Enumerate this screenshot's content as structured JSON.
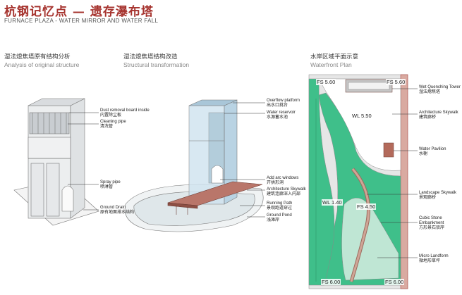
{
  "header": {
    "title": "杭钢记忆点 — 遗存瀑布塔",
    "subtitle": "FURNACE PLAZA - WATER MIRROR AND WATER FALL"
  },
  "sections": [
    {
      "cn": "湿法熄焦塔原有结构分析",
      "en": "Analysis of original structure"
    },
    {
      "cn": "湿法熄焦塔结构改造",
      "en": "Structural transformation"
    },
    {
      "cn": "水岸区域平面示意",
      "en": "Waterfront Plan"
    }
  ],
  "panel1_labels": [
    {
      "en": "Dust removal board inside",
      "cn": "内置除尘板"
    },
    {
      "en": "Cleaning pipe",
      "cn": "清洗管"
    },
    {
      "en": "Spray pipe",
      "cn": "喷淋管"
    },
    {
      "en": "Ground Drain",
      "cn": "原有地面排水结构"
    }
  ],
  "panel2_labels": [
    {
      "en": "Overflow platform",
      "cn": "出水口挑台"
    },
    {
      "en": "Water reservoir",
      "cn": "水源蓄水池"
    },
    {
      "en": "Add arc windows",
      "cn": "开拱形洞"
    },
    {
      "en": "Architecture Skywalk",
      "cn": "建筑连廊深入内部"
    },
    {
      "en": "Running Path",
      "cn": "景观跑道穿过"
    },
    {
      "en": "Ground Pond",
      "cn": "浅滩岸"
    }
  ],
  "panel3_labels": [
    {
      "en": "Wet Quenching Tower",
      "cn": "湿法熄焦塔"
    },
    {
      "en": "Architecture Skywalk",
      "cn": "建筑廊桥"
    },
    {
      "en": "Water Pavilion",
      "cn": "水榭"
    },
    {
      "en": "Landscape Skywalk",
      "cn": "景观廊桥"
    },
    {
      "en": "Cubic Stone Embankment",
      "cn": "方形景石驳岸"
    },
    {
      "en": "Micro Landform",
      "cn": "微地形草坪"
    }
  ],
  "elevations": [
    "FS 5.60",
    "FS 5.60",
    "WL 5.50",
    "WL 1.40",
    "FS 4.50",
    "FS 6.00",
    "FS 6.00"
  ],
  "colors": {
    "title": "#a6332e",
    "water": "#3fbf8a",
    "paving": "#d9d9d9",
    "accent_red": "#a6332e"
  }
}
